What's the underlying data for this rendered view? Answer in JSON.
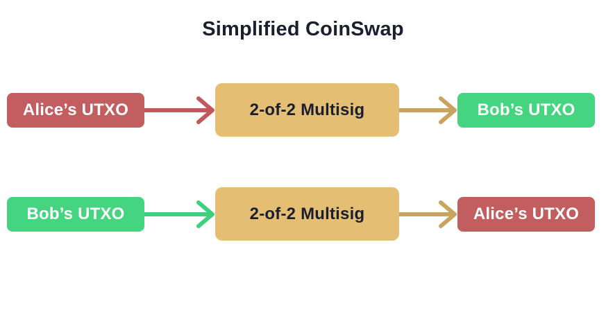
{
  "title": "Simplified CoinSwap",
  "colors": {
    "red": "#c25e60",
    "green": "#45d581",
    "tan": "#e3be73",
    "arrow_red": "#c2585c",
    "arrow_green": "#3ed17d",
    "arrow_tan": "#c9a45e",
    "dark_text": "#1b1f2d",
    "light_text": "#ffffff",
    "background": "#ffffff"
  },
  "rows": [
    {
      "source": {
        "label": "Alice’s UTXO",
        "color": "#c25e60"
      },
      "arrow1_color": "#c2585c",
      "middle": {
        "label": "2-of-2 Multisig",
        "color": "#e3be73"
      },
      "arrow2_color": "#c9a45e",
      "target": {
        "label": "Bob’s UTXO",
        "color": "#45d581"
      }
    },
    {
      "source": {
        "label": "Bob’s UTXO",
        "color": "#45d581"
      },
      "arrow1_color": "#3ed17d",
      "middle": {
        "label": "2-of-2 Multisig",
        "color": "#e3be73"
      },
      "arrow2_color": "#c9a45e",
      "target": {
        "label": "Alice’s UTXO",
        "color": "#c25e60"
      }
    }
  ]
}
